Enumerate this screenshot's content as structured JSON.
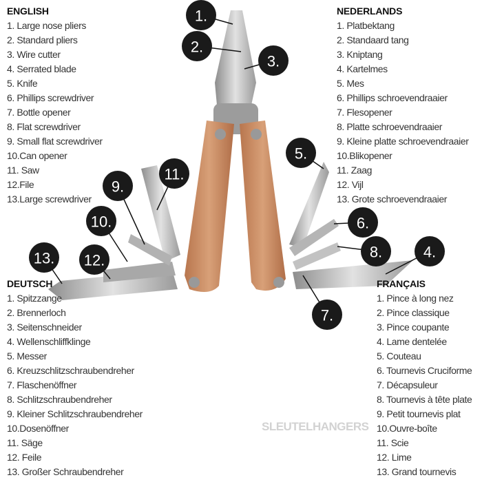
{
  "lists": {
    "english": {
      "heading": "ENGLISH",
      "items": [
        "1. Large nose pliers",
        "2. Standard pliers",
        "3. Wire cutter",
        "4. Serrated blade",
        "5. Knife",
        "6. Phillips screwdriver",
        "7. Bottle opener",
        "8. Flat screwdriver",
        "9. Small flat screwdriver",
        "10.Can opener",
        "11. Saw",
        "12.File",
        "13.Large screwdriver"
      ]
    },
    "nederlands": {
      "heading": "NEDERLANDS",
      "items": [
        "1. Platbektang",
        "2. Standaard tang",
        "3. Kniptang",
        "4. Kartelmes",
        "5. Mes",
        "6. Phillips schroevendraaier",
        "7. Flesopener",
        "8. Platte schroevendraaier",
        "9. Kleine platte schroevendraaier",
        "10.Blikopener",
        "11. Zaag",
        "12. Vijl",
        "13. Grote schroevendraaier"
      ]
    },
    "deutsch": {
      "heading": "DEUTSCH",
      "items": [
        "1. Spitzzange",
        "2. Brennerloch",
        "3. Seitenschneider",
        "4. Wellenschliffklinge",
        "5. Messer",
        "6. Kreuzschlitzschraubendreher",
        "7. Flaschenöffner",
        "8. Schlitzschraubendreher",
        "9. Kleiner Schlitzschraubendreher",
        "10.Dosenöffner",
        "11. Säge",
        "12. Feile",
        "13. Großer Schraubendreher"
      ]
    },
    "francais": {
      "heading": "FRANÇAIS",
      "items": [
        "1. Pince à long nez",
        "2. Pince classique",
        "3. Pince coupante",
        "4. Lame dentelée",
        "5. Couteau",
        "6. Tournevis Cruciforme",
        "7. Décapsuleur",
        "8. Tournevis à tête plate",
        "9. Petit tournevis plat",
        "10.Ouvre-boîte",
        "11. Scie",
        "12. Lime",
        "13. Grand tournevis"
      ]
    }
  },
  "callouts": [
    "1.",
    "2.",
    "3.",
    "4.",
    "5.",
    "6.",
    "7.",
    "8.",
    "9.",
    "10.",
    "11.",
    "12.",
    "13."
  ],
  "watermark": "SLEUTELHANGERS",
  "colors": {
    "callout": "#1a1a1a",
    "wood": "#c8875e",
    "steel": "#b9b9b9"
  }
}
